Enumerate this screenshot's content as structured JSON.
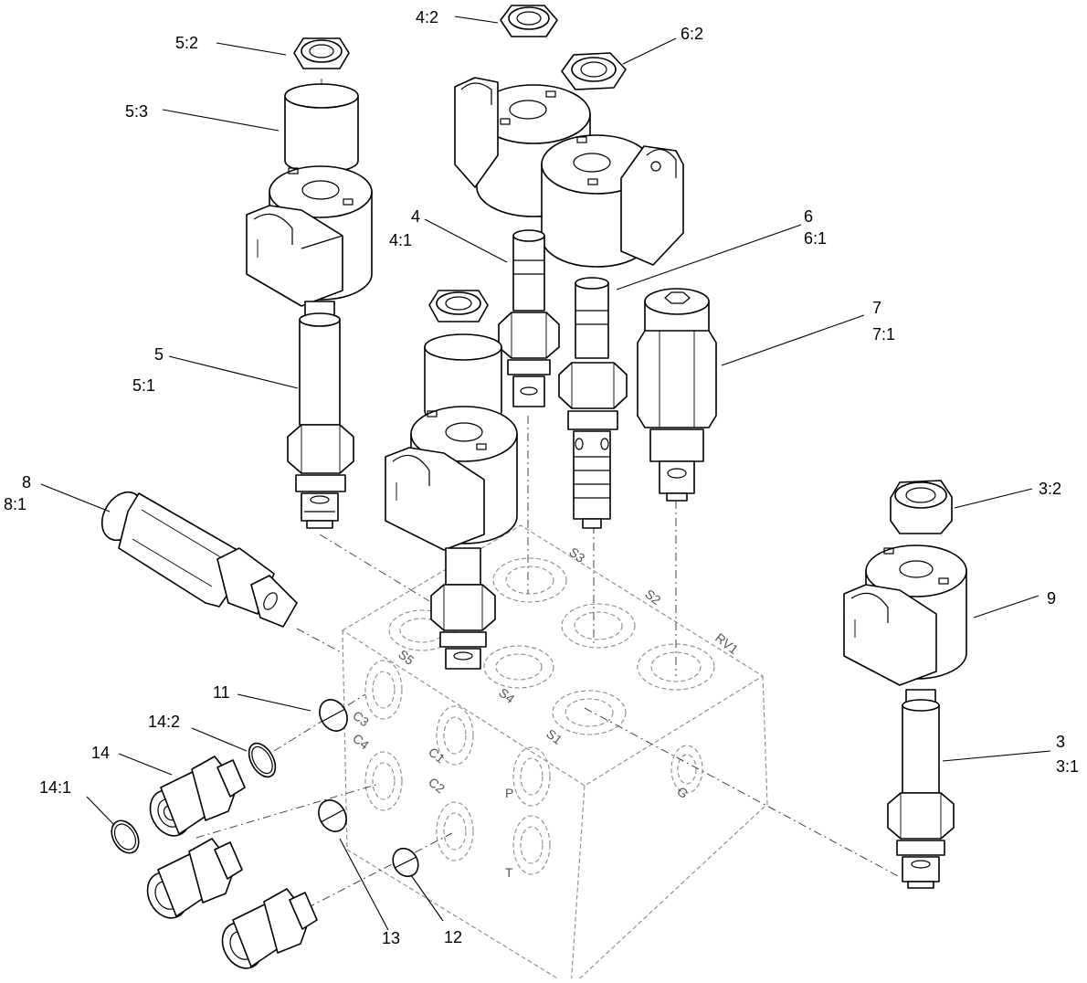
{
  "diagram": {
    "callouts": {
      "c_4_2": "4:2",
      "c_5_2": "5:2",
      "c_6_2": "6:2",
      "c_5_3": "5:3",
      "c_4": "4",
      "c_4_1": "4:1",
      "c_6": "6",
      "c_6_1": "6:1",
      "c_7": "7",
      "c_7_1": "7:1",
      "c_5": "5",
      "c_5_1": "5:1",
      "c_8": "8",
      "c_8_1": "8:1",
      "c_3_2": "3:2",
      "c_9": "9",
      "c_3": "3",
      "c_3_1": "3:1",
      "c_11": "11",
      "c_14_2": "14:2",
      "c_14": "14",
      "c_14_1": "14:1",
      "c_13": "13",
      "c_12": "12"
    },
    "ports": {
      "s5": "S5",
      "s3": "S3",
      "s2": "S2",
      "rv1": "RV1",
      "s4": "S4",
      "s1": "S1",
      "c3": "C3",
      "c4": "C4",
      "c1": "C1",
      "c2": "C2",
      "p": "P",
      "t": "T",
      "g": "G"
    }
  }
}
